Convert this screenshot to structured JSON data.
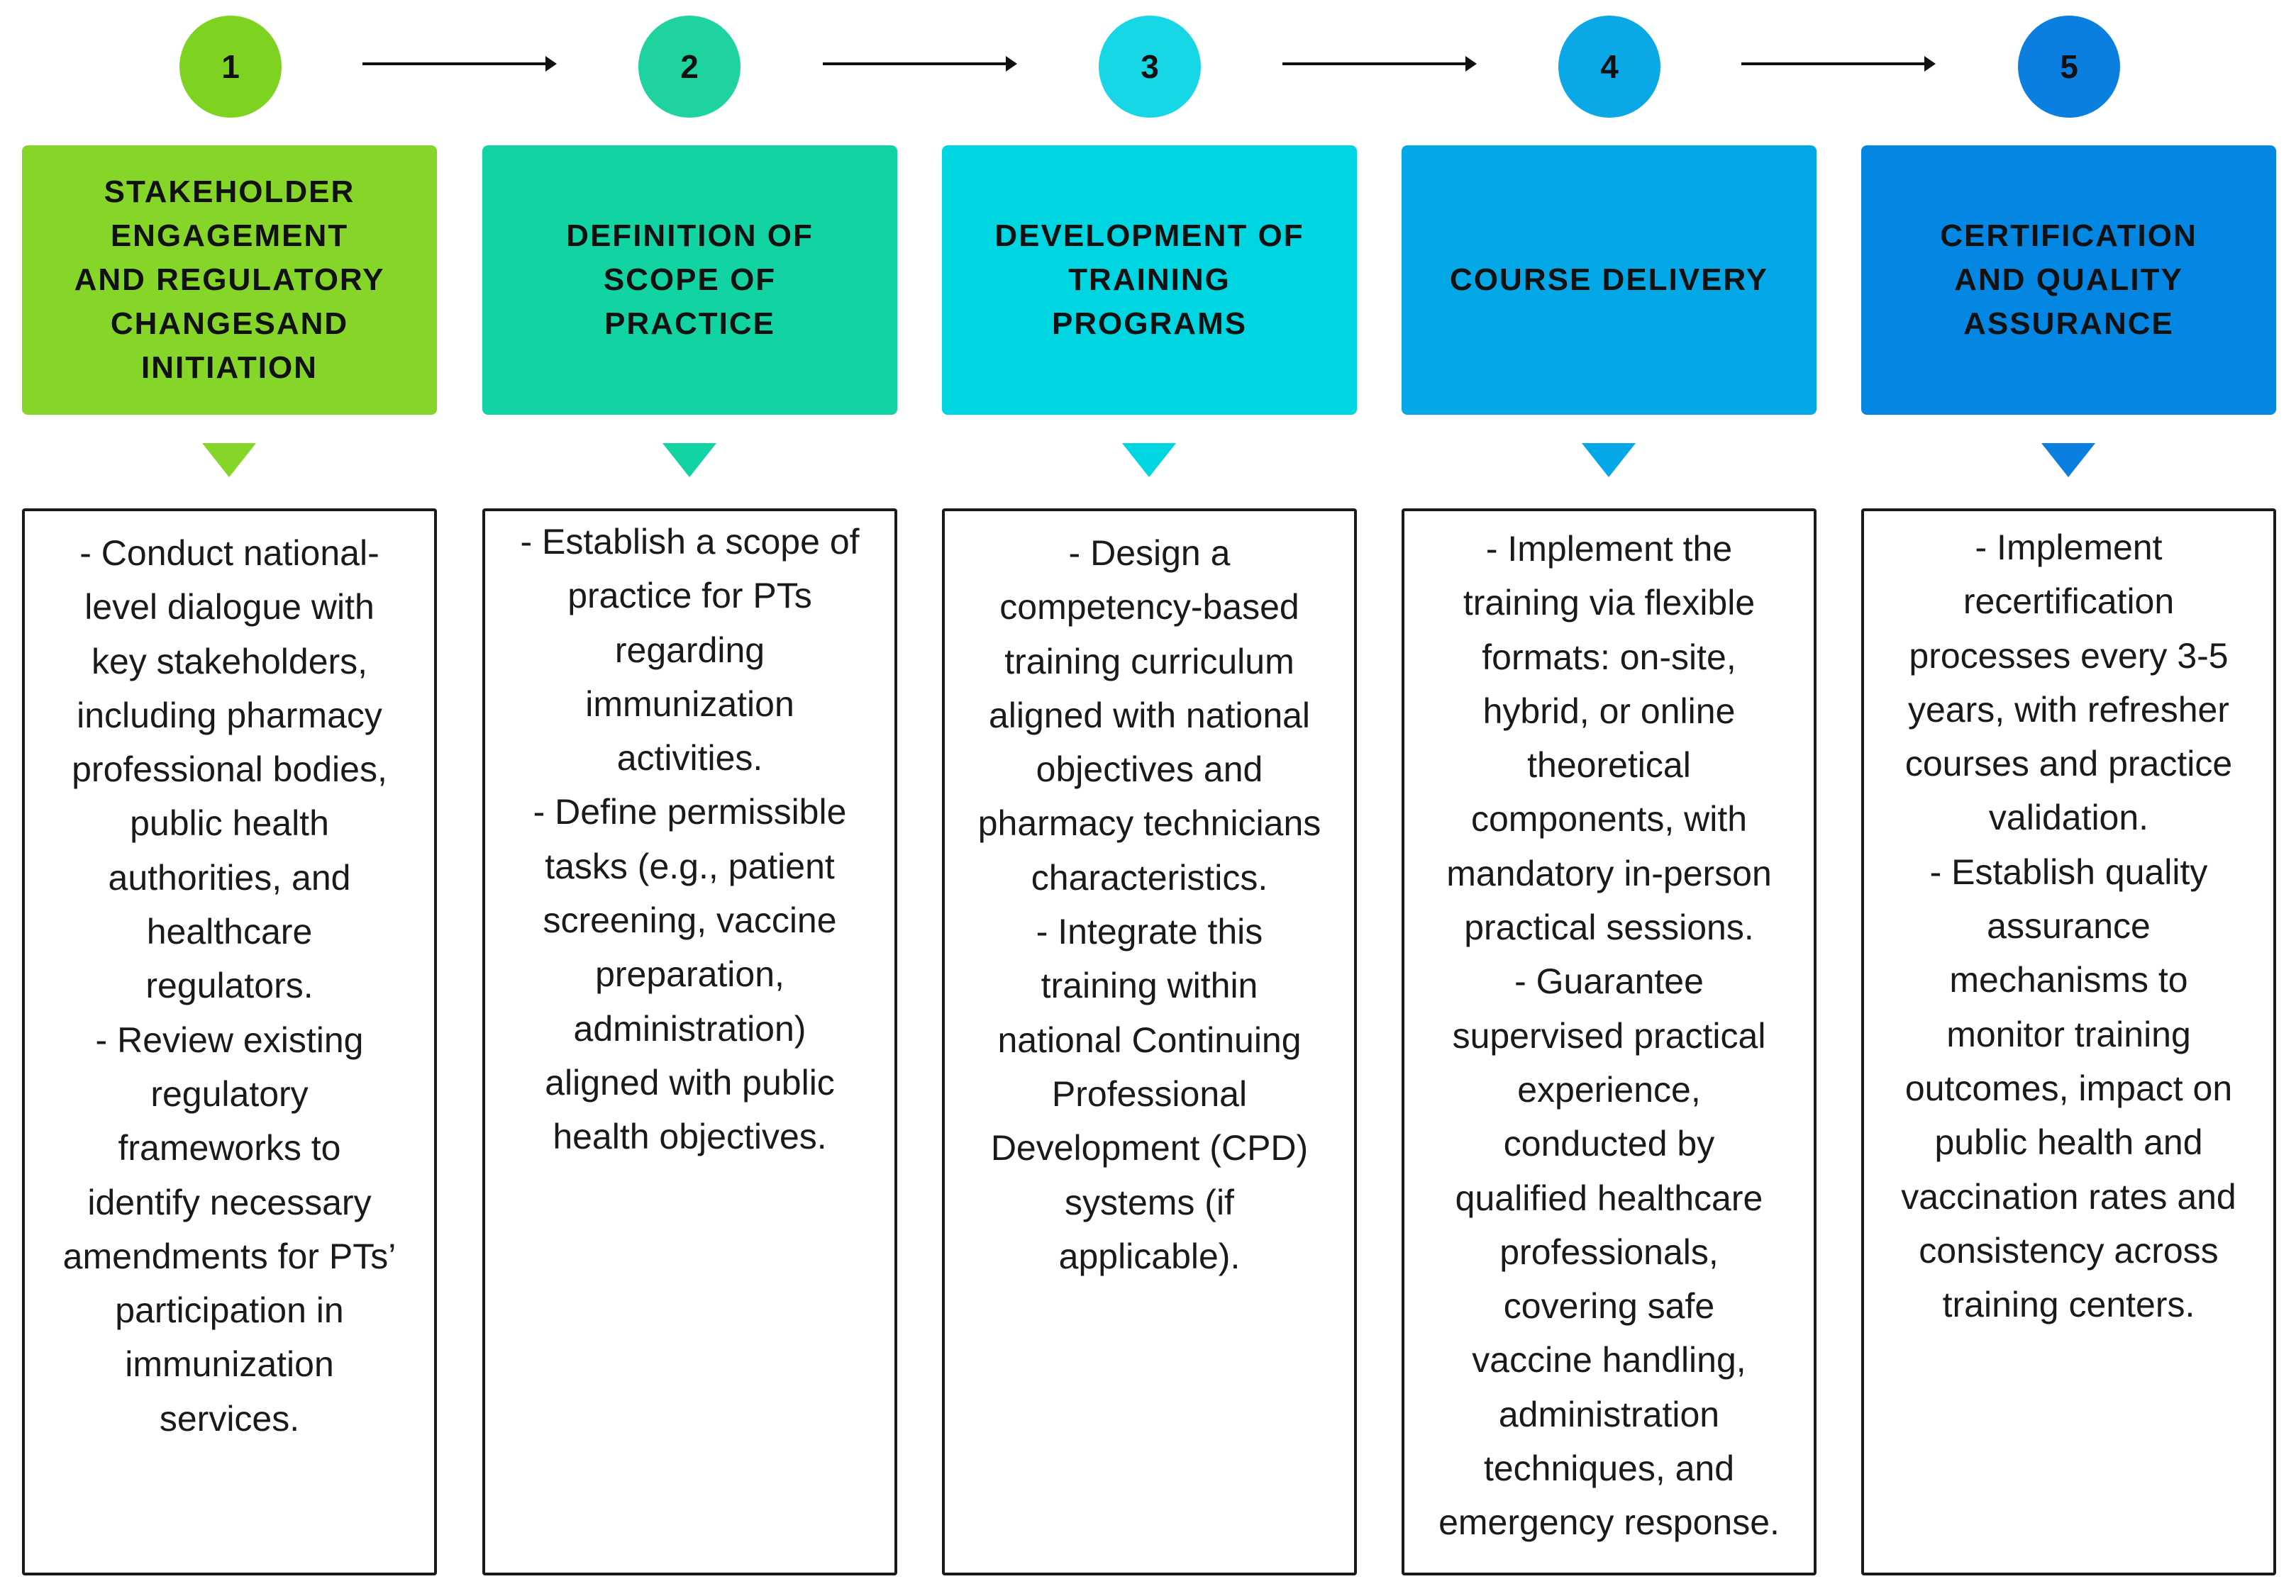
{
  "steps": [
    {
      "number": "1",
      "title": "STAKEHOLDER\nENGAGEMENT\nAND REGULATORY\nCHANGESAND\nINITIATION",
      "description": "- Conduct national-\nlevel dialogue with\nkey stakeholders,\nincluding pharmacy\nprofessional bodies,\npublic health\nauthorities, and\nhealthcare\nregulators.\n- Review existing\nregulatory\nframeworks to\nidentify necessary\namendments for PTs’\nparticipation in\nimmunization\nservices.",
      "circle_color": "#7ed321",
      "header_color": "#86d62a",
      "triangle_color": "#86d62a"
    },
    {
      "number": "2",
      "title": "DEFINITION OF\nSCOPE OF\nPRACTICE",
      "description": "- Establish a scope of\npractice for PTs\nregarding\nimmunization\nactivities.\n- Define permissible\ntasks (e.g., patient\nscreening, vaccine\npreparation,\nadministration)\naligned with public\nhealth objectives.",
      "circle_color": "#1ed3a0",
      "header_color": "#12d4a3",
      "triangle_color": "#12d4a3"
    },
    {
      "number": "3",
      "title": "DEVELOPMENT OF\nTRAINING\nPROGRAMS",
      "description": "- Design a\ncompetency-based\ntraining curriculum\naligned with national\nobjectives and\npharmacy technicians\ncharacteristics.\n- Integrate this\ntraining within\nnational Continuing\nProfessional\nDevelopment (CPD)\nsystems (if\napplicable).",
      "circle_color": "#17d6e6",
      "header_color": "#00d6e2",
      "triangle_color": "#00d6e2"
    },
    {
      "number": "4",
      "title": "COURSE DELIVERY",
      "description": "- Implement the\ntraining via flexible\nformats: on-site,\nhybrid, or online\ntheoretical\ncomponents, with\nmandatory in-person\npractical sessions.\n- Guarantee\nsupervised practical\nexperience,\nconducted by\nqualified healthcare\nprofessionals,\ncovering safe\nvaccine handling,\nadministration\ntechniques, and\nemergency response.",
      "circle_color": "#0aa8e6",
      "header_color": "#04a8e6",
      "triangle_color": "#04a8e6"
    },
    {
      "number": "5",
      "title": "CERTIFICATION\nAND QUALITY\nASSURANCE",
      "description": "- Implement\nrecertification\nprocesses every 3-5\nyears, with refresher\ncourses and practice\nvalidation.\n- Establish quality\nassurance\nmechanisms to\nmonitor training\noutcomes, impact on\npublic health and\nvaccination rates and\nconsistency across\ntraining centers.",
      "circle_color": "#0a7fe0",
      "header_color": "#0486e3",
      "triangle_color": "#0a7fe0"
    }
  ]
}
